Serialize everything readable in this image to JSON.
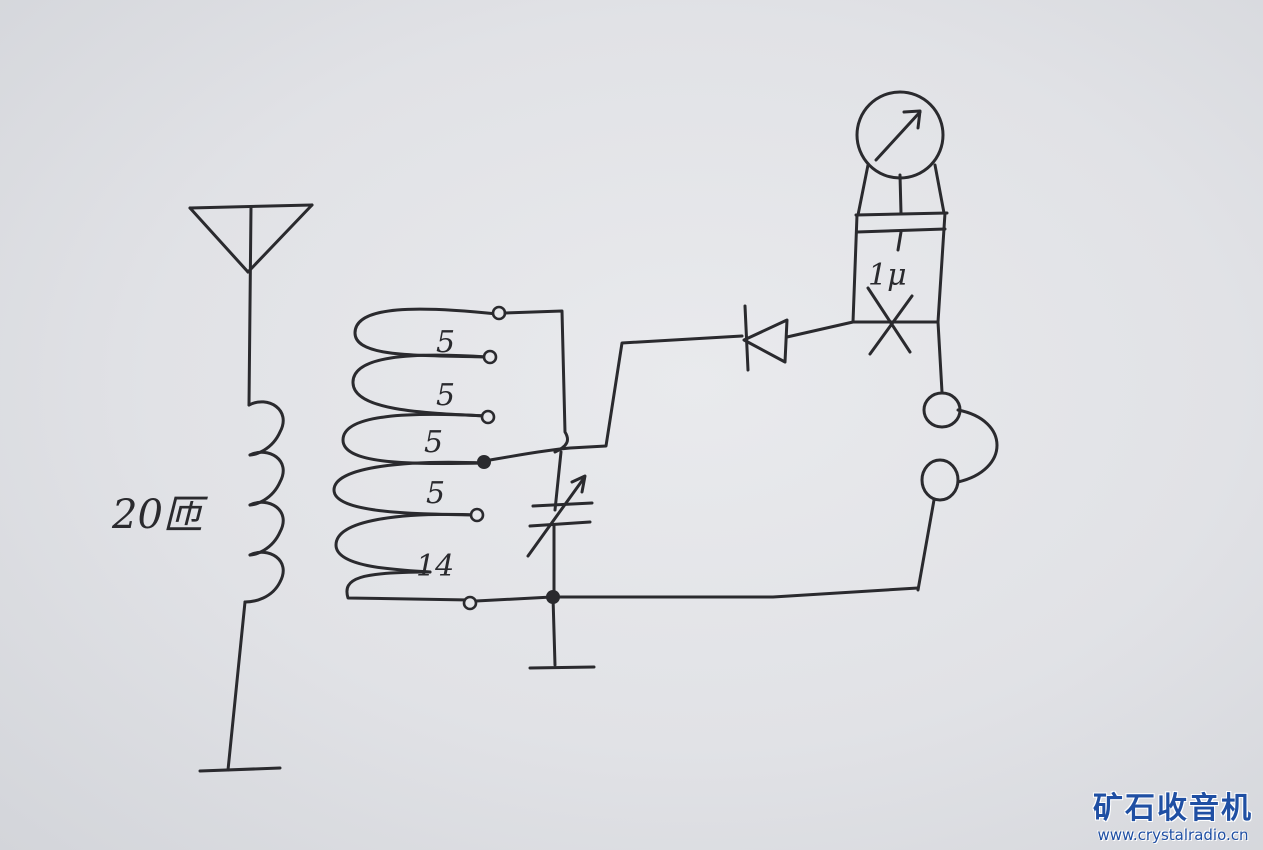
{
  "labels": {
    "antenna_coil_turns": "20匝",
    "coil_taps": [
      "5",
      "5",
      "5",
      "5",
      "14"
    ],
    "capacitor_value": "1μ"
  },
  "watermark": {
    "title": "矿石收音机",
    "url": "www.crystalradio.cn"
  },
  "colors": {
    "ink": "#2a2a2e",
    "watermark": "#1f4fa3",
    "paper": "#e3e4e8"
  }
}
